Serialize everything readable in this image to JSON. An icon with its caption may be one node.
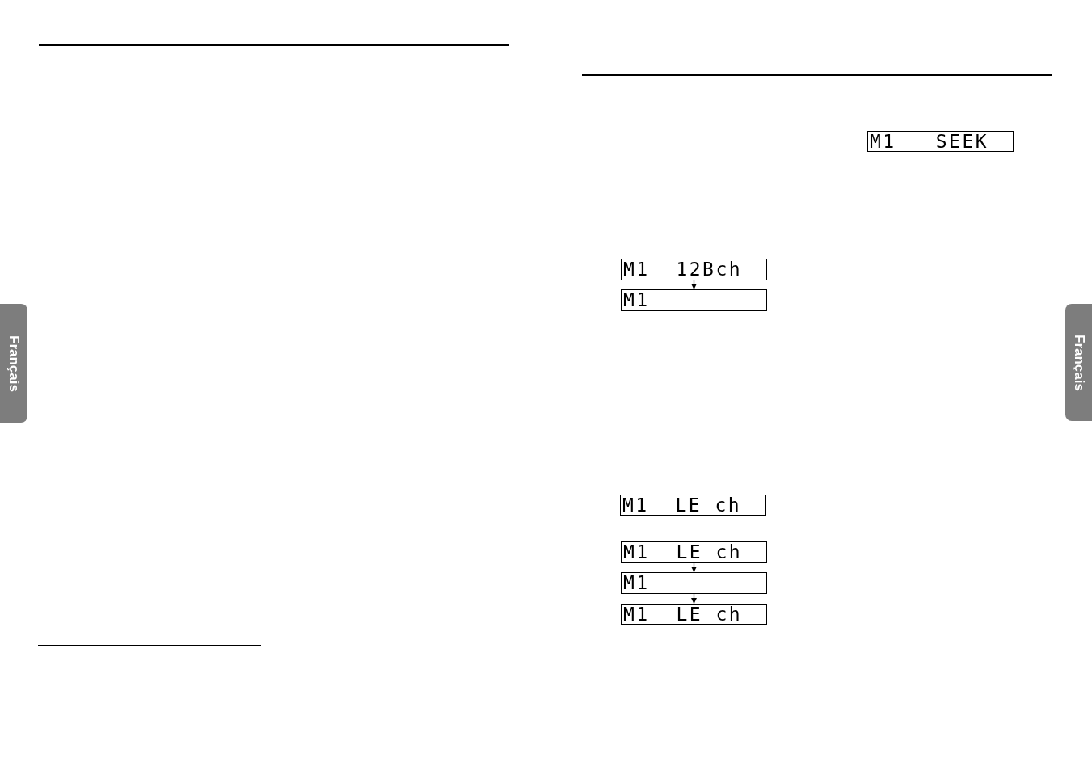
{
  "diagram": {
    "nodes": [
      {
        "text": [
          "Français"
        ]
      },
      {
        "text": [
          "M1   SEEK"
        ]
      },
      {
        "text": [
          "M1  12Bch"
        ]
      },
      {
        "text": [
          "M1"
        ]
      },
      {
        "text": [
          "M1  LE ch"
        ]
      },
      {
        "text": [
          "M1  LE ch"
        ]
      },
      {
        "text": [
          "M1"
        ]
      },
      {
        "text": [
          "M1  LE ch"
        ]
      },
      {
        "text": [
          "Français"
        ]
      }
    ],
    "edges": [
      {
        "from": 2,
        "to": 3,
        "arrow": "to"
      },
      {
        "from": 5,
        "to": 6,
        "arrow": "to"
      },
      {
        "from": 6,
        "to": 7,
        "arrow": "to"
      }
    ]
  }
}
